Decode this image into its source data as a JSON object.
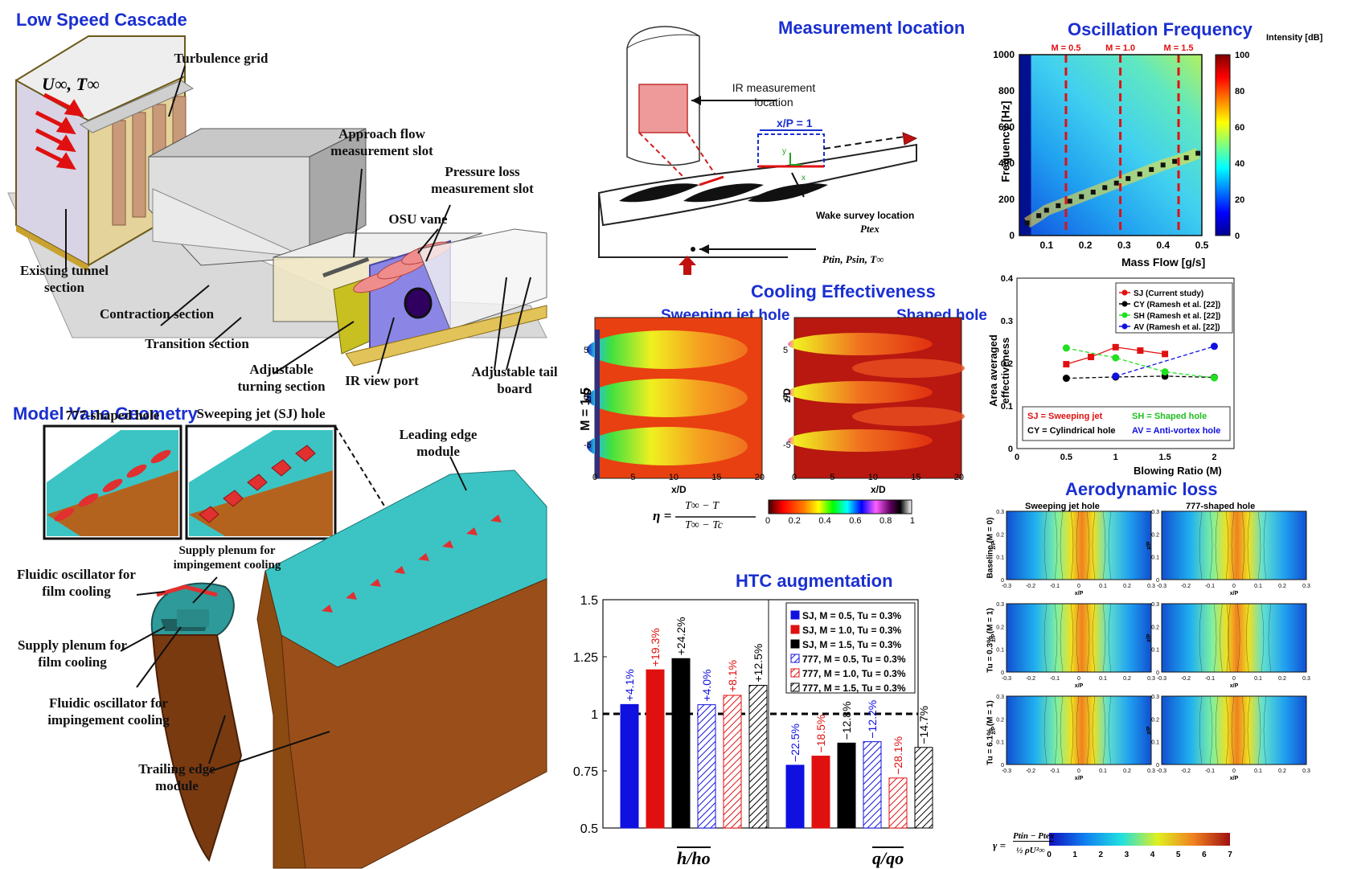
{
  "panels": {
    "low_speed_cascade": {
      "title": "Low Speed Cascade",
      "labels": {
        "u_inf": "U∞, T∞",
        "turbulence_grid": "Turbulence grid",
        "approach_slot": "Approach flow measurement slot",
        "pressure_slot": "Pressure loss measurement slot",
        "osu_vane": "OSU vane",
        "existing_tunnel": "Existing tunnel section",
        "contraction": "Contraction section",
        "transition": "Transition section",
        "turning": "Adjustable turning section",
        "ir_port": "IR view port",
        "tail_board": "Adjustable tail board"
      }
    },
    "model_vane": {
      "title": "Model Vane Geometry",
      "labels": {
        "shaped_hole": "777-shaped hole",
        "sj_hole": "Sweeping jet (SJ) hole",
        "leading_edge": "Leading edge module",
        "supply_impinge": "Supply plenum for impingement cooling",
        "fluidic_film": "Fluidic oscillator for film cooling",
        "supply_film": "Supply plenum for film cooling",
        "fluidic_impinge": "Fluidic oscillator for impingement cooling",
        "trailing_edge": "Trailing edge module"
      },
      "colors": {
        "teal": "#2fb8b8",
        "brown": "#9a4f1a",
        "red": "#e03030"
      }
    },
    "measurement_location": {
      "title": "Measurement location",
      "labels": {
        "ir_measurement": "IR measurement location",
        "xp": "x/P = 1",
        "wake": "Wake survey location",
        "pt_ex": "Ptex",
        "inlet": "Ptin, Psin, T∞",
        "y": "y",
        "x": "x"
      }
    },
    "cooling": {
      "title": "Cooling Effectiveness",
      "sweeping": "Sweeping jet hole",
      "shaped": "Shaped hole",
      "m_label": "M = 1.5",
      "ylabel": "z/D",
      "xlabel": "x/D",
      "xticks": [
        "0",
        "5",
        "10",
        "15",
        "20"
      ],
      "yticks": [
        "5",
        "0",
        "-5"
      ],
      "eta_label": "η =",
      "eta_num": "T∞ − T",
      "eta_den": "T∞ − Tc",
      "cbar_ticks": [
        "0",
        "0.2",
        "0.4",
        "0.6",
        "0.8",
        "1"
      ]
    },
    "htc": {
      "title": "HTC augmentation",
      "xlabel_left": "h/ho",
      "xlabel_right": "q/qo"
    },
    "oscillation": {
      "title": "Oscillation Frequency",
      "cbar_title": "Intensity [dB]",
      "cbar_ticks": [
        "100",
        "80",
        "60",
        "40",
        "20",
        "0"
      ],
      "xlabel": "Mass Flow [g/s]",
      "ylabel": "Frequency [Hz]",
      "m_lines": [
        "M = 0.5",
        "M = 1.0",
        "M = 1.5"
      ]
    },
    "aero": {
      "title": "Aerodynamic loss",
      "col_titles": [
        "Sweeping jet hole",
        "777-shaped hole"
      ],
      "row_labels": [
        "Baseline (M = 0)",
        "Tu = 0.3% (M = 1)",
        "Tu = 6.1% (M = 1)"
      ],
      "xlabel": "x/P",
      "ylabel": "z/P",
      "xticks": [
        "-0.3",
        "-0.2",
        "-0.1",
        "0",
        "0.1",
        "0.2",
        "0.3"
      ],
      "yticks": [
        "0.3",
        "0.2",
        "0.1",
        "0"
      ],
      "gamma_label": "γ =",
      "gamma_num": "Ptin − Ptex",
      "gamma_den": "½ ρU²∞",
      "cbar_ticks": [
        "0",
        "1",
        "2",
        "3",
        "4",
        "5",
        "6",
        "7"
      ]
    }
  },
  "chart_data": [
    {
      "type": "bar",
      "id": "htc_augmentation",
      "title": "HTC augmentation",
      "groups": [
        "h/ho",
        "q/qo"
      ],
      "ylim": [
        0.5,
        1.5
      ],
      "yticks": [
        "0.5",
        "0.75",
        "1",
        "1.25",
        "1.5"
      ],
      "reference_line": 1,
      "series": [
        {
          "name": "SJ, M = 0.5, Tu = 0.3%",
          "values": [
            1.041,
            0.775
          ],
          "labels": [
            "+4.1%",
            "−22.5%"
          ],
          "color": "#1010e0",
          "hatch": false
        },
        {
          "name": "SJ, M = 1.0, Tu = 0.3%",
          "values": [
            1.193,
            0.815
          ],
          "labels": [
            "+19.3%",
            "−18.5%"
          ],
          "color": "#e01010",
          "hatch": false
        },
        {
          "name": "SJ, M = 1.5, Tu = 0.3%",
          "values": [
            1.242,
            0.872
          ],
          "labels": [
            "+24.2%",
            "−12.8%"
          ],
          "color": "#000000",
          "hatch": false
        },
        {
          "name": "777, M = 0.5, Tu = 0.3%",
          "values": [
            1.04,
            0.878
          ],
          "labels": [
            "+4.0%",
            "−12.2%"
          ],
          "color": "#1010e0",
          "hatch": true
        },
        {
          "name": "777, M = 1.0, Tu = 0.3%",
          "values": [
            1.081,
            0.719
          ],
          "labels": [
            "+8.1%",
            "−28.1%"
          ],
          "color": "#e01010",
          "hatch": true
        },
        {
          "name": "777, M = 1.5, Tu = 0.3%",
          "values": [
            1.125,
            0.853
          ],
          "labels": [
            "+12.5%",
            "−14.7%"
          ],
          "color": "#000000",
          "hatch": true
        }
      ]
    },
    {
      "type": "scatter",
      "id": "area_averaged_effectiveness",
      "xlabel": "Blowing Ratio (M)",
      "ylabel": "Area averaged effectiveness",
      "xlim": [
        0,
        2.2
      ],
      "ylim": [
        0,
        0.4
      ],
      "xticks": [
        "0",
        "0.5",
        "1",
        "1.5",
        "2"
      ],
      "yticks": [
        "0",
        "0.1",
        "0.2",
        "0.3",
        "0.4"
      ],
      "series": [
        {
          "name": "SJ (Current study)",
          "color": "#e01010",
          "x": [
            0.5,
            0.75,
            1.0,
            1.25,
            1.5
          ],
          "y": [
            0.198,
            0.215,
            0.238,
            0.23,
            0.222
          ],
          "dashed": false
        },
        {
          "name": "CY (Ramesh et al. [22])",
          "color": "#000000",
          "x": [
            0.5,
            1.0,
            1.5,
            2.0
          ],
          "y": [
            0.165,
            0.168,
            0.17,
            0.167
          ],
          "dashed": true
        },
        {
          "name": "SH (Ramesh et al. [22])",
          "color": "#20e020",
          "x": [
            0.5,
            1.0,
            1.5,
            2.0
          ],
          "y": [
            0.236,
            0.213,
            0.18,
            0.166
          ],
          "dashed": true
        },
        {
          "name": "AV (Ramesh et al. [22])",
          "color": "#1010e0",
          "x": [
            1.0,
            2.0
          ],
          "y": [
            0.17,
            0.24
          ],
          "dashed": true
        }
      ],
      "notes": [
        {
          "text": "SJ = Sweeping jet",
          "color": "#e01010"
        },
        {
          "text": "SH = Shaped hole",
          "color": "#20c020"
        },
        {
          "text": "CY = Cylindrical hole",
          "color": "#000000"
        },
        {
          "text": "AV = Anti-vortex hole",
          "color": "#1010e0"
        }
      ]
    },
    {
      "type": "heatmap",
      "id": "oscillation_frequency",
      "xlabel": "Mass Flow [g/s]",
      "ylabel": "Frequency [Hz]",
      "xlim": [
        0.03,
        0.5
      ],
      "ylim": [
        0,
        1000
      ],
      "xticks": [
        "0.1",
        "0.2",
        "0.3",
        "0.4",
        "0.5"
      ],
      "yticks": [
        "0",
        "200",
        "400",
        "600",
        "800",
        "1000"
      ],
      "peak_x": [
        0.05,
        0.08,
        0.1,
        0.13,
        0.16,
        0.19,
        0.22,
        0.25,
        0.28,
        0.31,
        0.34,
        0.37,
        0.4,
        0.43,
        0.46,
        0.49
      ],
      "peak_y": [
        70,
        110,
        140,
        165,
        190,
        215,
        240,
        265,
        290,
        315,
        340,
        365,
        390,
        410,
        430,
        455
      ],
      "m_lines_x": [
        0.15,
        0.29,
        0.44
      ]
    }
  ]
}
